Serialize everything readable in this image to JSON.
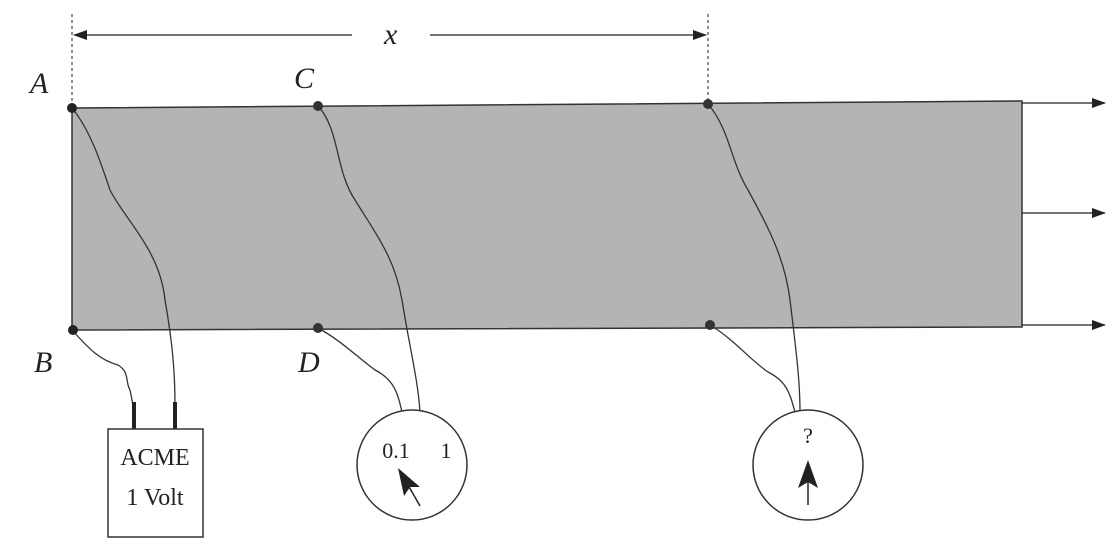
{
  "labels": {
    "A": "A",
    "B": "B",
    "C": "C",
    "D": "D",
    "distance": "x"
  },
  "battery": {
    "line1": "ACME",
    "line2": "1 Volt"
  },
  "meter1": {
    "scale_low": "0.1",
    "scale_high": "1"
  },
  "meter2": {
    "label": "?"
  },
  "colors": {
    "sheet": "#b4b4b4",
    "ink": "#222222"
  }
}
